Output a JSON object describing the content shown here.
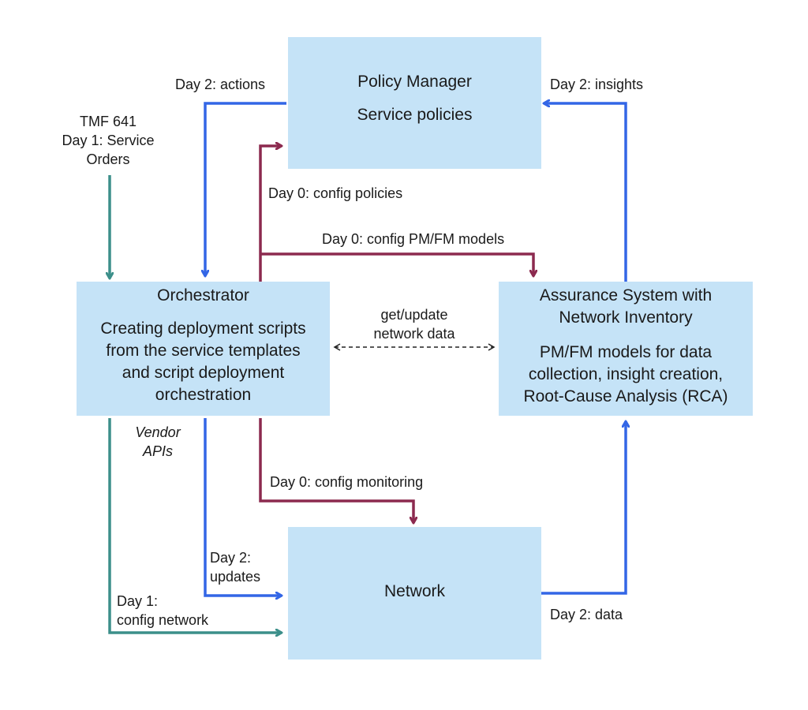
{
  "colors": {
    "box_fill": "#c5e3f7",
    "day2_blue": "#3366e6",
    "day0_maroon": "#8c2a4f",
    "day1_teal": "#3c8f8a",
    "dashed": "#222222"
  },
  "nodes": {
    "policy_manager": {
      "title": "Policy Manager",
      "desc": "Service policies"
    },
    "orchestrator": {
      "title": "Orchestrator",
      "desc": "Creating deployment scripts\nfrom the service templates\nand script deployment\norchestration"
    },
    "assurance": {
      "title": "Assurance System with\nNetwork Inventory",
      "desc": "PM/FM models for data\ncollection, insight creation,\nRoot-Cause Analysis (RCA)"
    },
    "network": {
      "title": "Network"
    }
  },
  "edges": {
    "day2_actions": "Day 2: actions",
    "day2_insights": "Day 2: insights",
    "tmf_orders": "TMF 641\nDay 1: Service\nOrders",
    "day0_config_policies": "Day 0: config policies",
    "day0_config_models": "Day 0: config PM/FM models",
    "get_update": "get/update\nnetwork data",
    "vendor_apis": "Vendor\nAPIs",
    "day0_config_monitoring": "Day 0: config monitoring",
    "day2_updates": "Day 2:\nupdates",
    "day1_config_network": "Day 1:\nconfig network",
    "day2_data": "Day 2: data"
  }
}
